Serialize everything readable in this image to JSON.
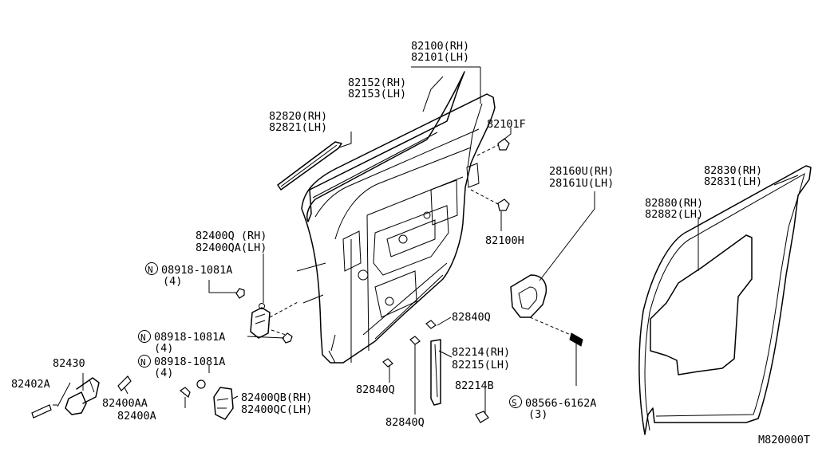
{
  "diagram": {
    "labels": {
      "p82100": [
        "82100(RH)",
        "82101(LH)"
      ],
      "p82152": [
        "82152(RH)",
        "82153(LH)"
      ],
      "p82820": [
        "82820(RH)",
        "82821(LH)"
      ],
      "p82101F": "82101F",
      "p82100H": "82100H",
      "p28160": [
        "28160U(RH)",
        "28161U(LH)"
      ],
      "p82830": [
        "82830(RH)",
        "82831(LH)"
      ],
      "p82880": [
        "82880(RH)",
        "82882(LH)"
      ],
      "p82400Q": [
        "82400Q (RH)",
        "82400QA(LH)"
      ],
      "bolt1": [
        "08918-1081A",
        "(4)"
      ],
      "bolt2": "08918-1081A",
      "bolt2qty": "(4)",
      "bolt3": [
        "08918-1081A",
        "(4)"
      ],
      "p82840Q_a": "82840Q",
      "p82840Q_b": "82840Q",
      "p82840Q_c": "82840Q",
      "p82214": [
        "82214(RH)",
        "82215(LH)"
      ],
      "p82214B": "82214B",
      "screw": [
        "08566-6162A",
        "(3)"
      ],
      "p82430": "82430",
      "p82402A": "82402A",
      "p82400AA": "82400AA",
      "p82400A": "82400A",
      "p82400QB": [
        "82400QB(RH)",
        "82400QC(LH)"
      ],
      "sym_n": "N",
      "sym_s": "S",
      "diagram_code": "M820000T"
    }
  }
}
